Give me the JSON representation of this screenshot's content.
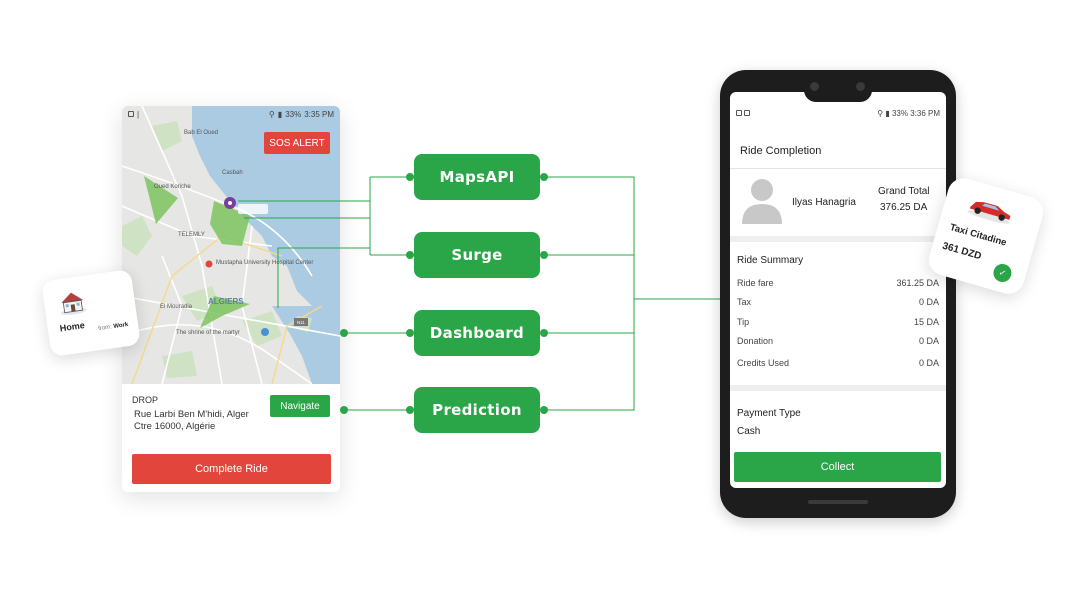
{
  "driver_app": {
    "status_bar": {
      "battery": "33%",
      "time": "3:35 PM"
    },
    "sos_label": "SOS ALERT",
    "map_labels": {
      "bab_el_oued": "Bab El Oued",
      "oued_koriche": "Oued Koriche",
      "casbah": "Casbah",
      "telemly": "TELEMLY",
      "hospital": "Mustapha University Hospital Center",
      "el_mouradia": "El Mouradia",
      "alger": "ALGIERS",
      "shrine": "The shrine of the martyr",
      "route": "N11"
    },
    "drop_label": "DROP",
    "drop_address": "Rue Larbi Ben M'hidi, Alger Ctre 16000, Algérie",
    "navigate_label": "Navigate",
    "complete_label": "Complete Ride"
  },
  "home_card": {
    "title": "Home",
    "from_prefix": "from:",
    "from_value": "Work"
  },
  "services": [
    {
      "label": "MapsAPI"
    },
    {
      "label": "Surge"
    },
    {
      "label": "Dashboard"
    },
    {
      "label": "Prediction"
    }
  ],
  "rider_app": {
    "status_bar": {
      "battery": "33%",
      "time": "3:36 PM"
    },
    "title": "Ride Completion",
    "rider_name": "Ilyas Hanagria",
    "grand_total_label": "Grand Total",
    "grand_total_value": "376.25 DA",
    "summary_title": "Ride Summary",
    "summary_rows": [
      {
        "label": "Ride fare",
        "value": "361.25 DA"
      },
      {
        "label": "Tax",
        "value": "0 DA"
      },
      {
        "label": "Tip",
        "value": "15 DA"
      },
      {
        "label": "Donation",
        "value": "0 DA"
      },
      {
        "label": "Credits Used",
        "value": "0 DA"
      }
    ],
    "payment_type_label": "Payment Type",
    "payment_type_value": "Cash",
    "collect_label": "Collect"
  },
  "taxi_card": {
    "name": "Taxi Citadine",
    "price": "361 DZD"
  },
  "colors": {
    "green": "#2aa548",
    "red": "#e2453c",
    "map_water": "#aacbe2",
    "map_land": "#e8e8e8"
  },
  "icons": [
    "house-icon",
    "car-icon",
    "check-icon",
    "pin-icon",
    "avatar-icon"
  ]
}
